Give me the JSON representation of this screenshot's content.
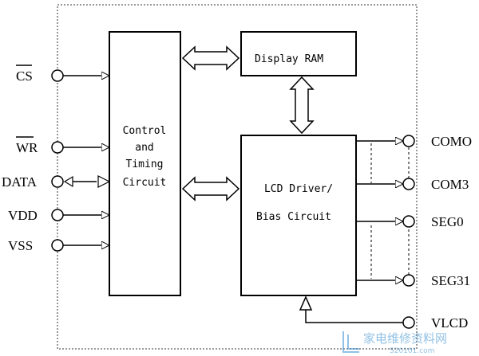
{
  "diagram": {
    "blocks": {
      "control": {
        "lines": [
          "Control",
          "and",
          "Timing",
          "Circuit"
        ]
      },
      "display_ram": {
        "label": "Display RAM"
      },
      "lcd_driver": {
        "lines": [
          "LCD Driver/",
          "Bias Circuit"
        ]
      }
    },
    "pins_left": {
      "cs": "CS",
      "wr": "WR",
      "data": "DATA",
      "vdd": "VDD",
      "vss": "VSS"
    },
    "pins_right": {
      "com0": "COMO",
      "com3": "COM3",
      "seg0": "SEG0",
      "seg31": "SEG31",
      "vlcd": "VLCD"
    },
    "watermark": {
      "text": "家电维修资料网",
      "url": "520101.com"
    }
  }
}
